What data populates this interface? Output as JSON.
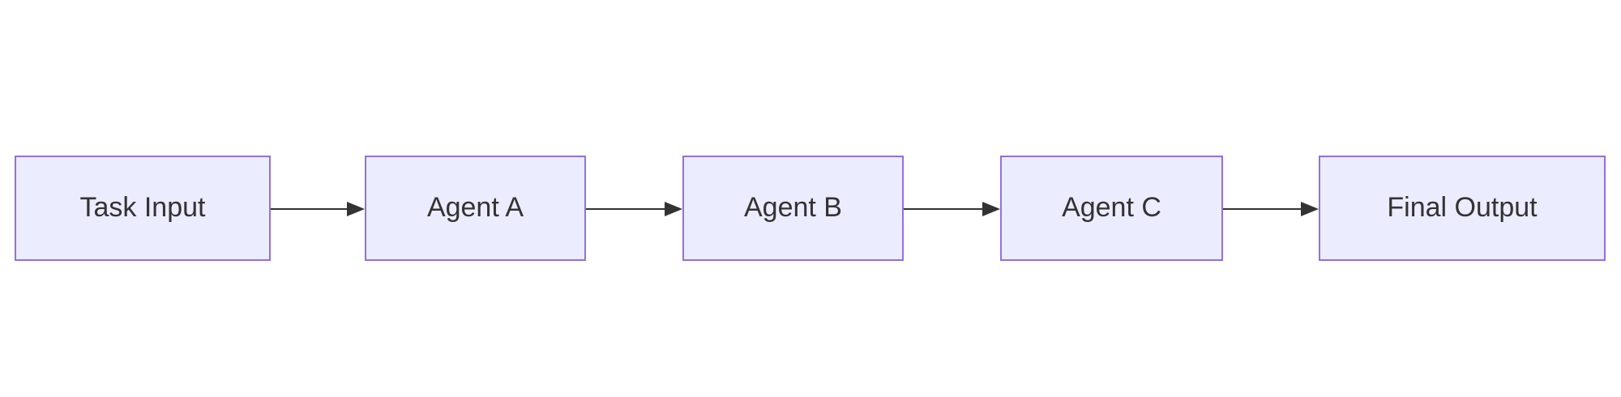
{
  "diagram": {
    "type": "flowchart",
    "direction": "left-to-right",
    "colors": {
      "canvas-bg": "#ffffff",
      "node-fill": "#ececff",
      "node-border": "#9370db",
      "node-text": "#333333",
      "edge-color": "#333333"
    },
    "nodes": [
      {
        "id": "task-input",
        "label": "Task Input"
      },
      {
        "id": "agent-a",
        "label": "Agent A"
      },
      {
        "id": "agent-b",
        "label": "Agent B"
      },
      {
        "id": "agent-c",
        "label": "Agent C"
      },
      {
        "id": "final-output",
        "label": "Final Output"
      }
    ],
    "edges": [
      {
        "from": "Task Input",
        "to": "Agent A",
        "style": "solid-arrow"
      },
      {
        "from": "Agent A",
        "to": "Agent B",
        "style": "solid-arrow"
      },
      {
        "from": "Agent B",
        "to": "Agent C",
        "style": "solid-arrow"
      },
      {
        "from": "Agent C",
        "to": "Final Output",
        "style": "solid-arrow"
      }
    ]
  }
}
